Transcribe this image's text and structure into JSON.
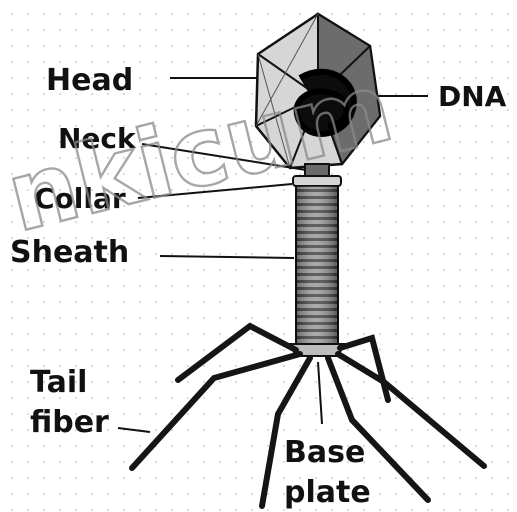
{
  "labels": {
    "head": "Head",
    "neck": "Neck",
    "collar": "Collar",
    "sheath": "Sheath",
    "dna": "DNA",
    "tail_fiber_line1": "Tail",
    "tail_fiber_line2": "fiber",
    "base_plate_line1": "Base",
    "base_plate_line2": "plate"
  },
  "watermark": "nkicum"
}
